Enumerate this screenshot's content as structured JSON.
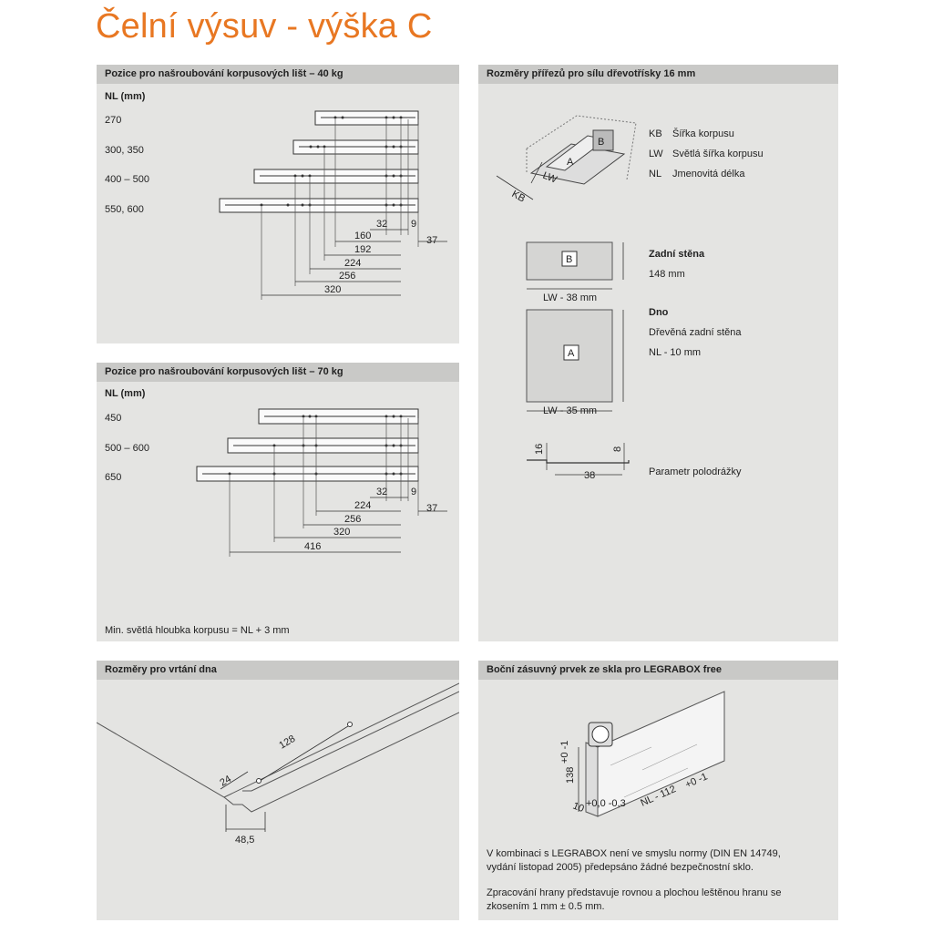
{
  "title": "Čelní výsuv - výška C",
  "panel1": {
    "header": "Pozice pro našroubování korpusových lišt – 40 kg",
    "nl_label": "NL (mm)",
    "rows": [
      "270",
      "300, 350",
      "400 – 500",
      "550, 600"
    ],
    "dims": [
      "32",
      "9",
      "160",
      "37",
      "192",
      "224",
      "256",
      "320"
    ]
  },
  "panel2": {
    "header": "Pozice pro našroubování korpusových lišt – 70 kg",
    "nl_label": "NL (mm)",
    "rows": [
      "450",
      "500 – 600",
      "650"
    ],
    "dims": [
      "32",
      "9",
      "224",
      "37",
      "256",
      "320",
      "416"
    ],
    "footer": "Min. světlá hloubka korpusu = NL + 3 mm"
  },
  "panel3": {
    "header": "Rozměry přířezů pro sílu dřevotřísky 16 mm",
    "legend": [
      {
        "code": "KB",
        "text": "Šířka korpusu"
      },
      {
        "code": "LW",
        "text": "Světlá šířka korpusu"
      },
      {
        "code": "NL",
        "text": "Jmenovitá délka"
      }
    ],
    "drawing_labels": {
      "a": "A",
      "b": "B",
      "lw": "LW",
      "kb": "KB"
    },
    "back_wall": {
      "letter": "B",
      "title": "Zadní stěna",
      "height": "148 mm",
      "width": "LW - 38 mm"
    },
    "bottom": {
      "letter": "A",
      "title": "Dno",
      "line1": "Dřevěná zadní stěna",
      "line2": "NL - 10 mm",
      "width": "LW - 35 mm"
    },
    "profile": {
      "d16": "16",
      "d8": "8",
      "d38": "38",
      "label": "Parametr polodrážky"
    }
  },
  "panel4": {
    "header": "Rozměry pro vrtání dna",
    "dims": {
      "d128": "128",
      "d24": "24",
      "d48": "48,5"
    }
  },
  "panel5": {
    "header": "Boční zásuvný prvek ze skla pro LEGRABOX free",
    "dims": {
      "h": "138",
      "h_tol": "+0 -1",
      "len": "NL - 112",
      "len_tol": "+0 -1",
      "t": "10",
      "t_tol": "+0,0 -0,3"
    },
    "text1": "V kombinaci s LEGRABOX není ve smyslu normy (DIN EN 14749, vydání listopad 2005) předepsáno žádné bezpečnostní sklo.",
    "text2": "Zpracování hrany představuje rovnou a plochou leštěnou hranu se zkosením 1 mm ± 0.5 mm."
  }
}
